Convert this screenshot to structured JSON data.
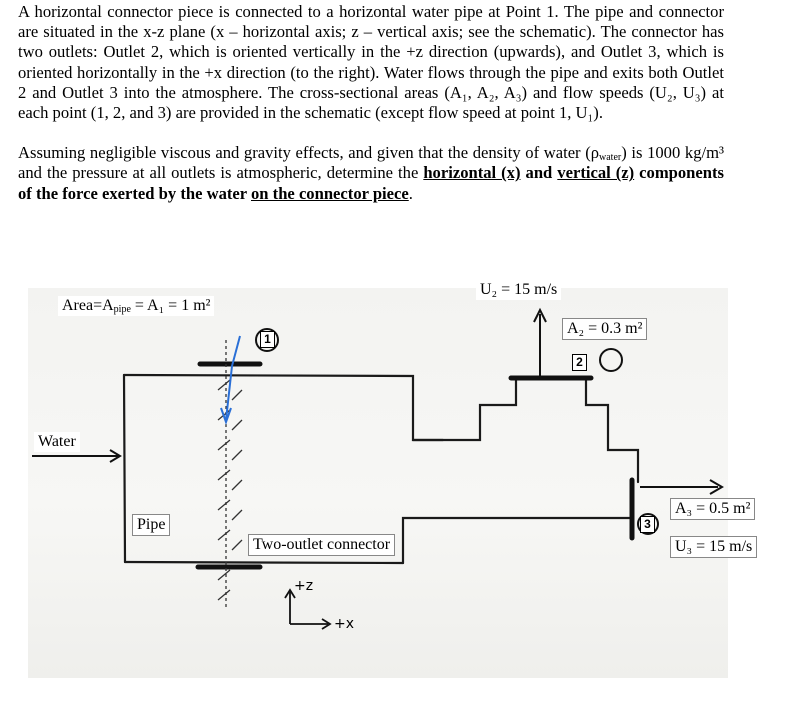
{
  "problem": {
    "p1": "A horizontal connector piece is connected to a horizontal water pipe at Point 1. The pipe and connector are situated in the x-z plane (x – horizontal axis; z – vertical axis; see the schematic). The connector has two outlets: Outlet 2, which is oriented vertically in the +z direction (upwards), and Outlet 3, which is oriented horizontally in the +x direction (to the right). Water flows through the pipe and exits both Outlet 2 and Outlet 3 into the atmosphere. The cross-sectional areas (A₁, A₂, A₃) and flow speeds (U₂, U₃) at each point (1, 2, and 3) are provided in the schematic (except flow speed at point 1, U₁).",
    "p2_a": "Assuming negligible viscous and gravity effects, and given that the density of water (ρ",
    "p2_sub": "water",
    "p2_b": ") is 1000 kg/m³ and the pressure at all outlets is atmospheric, determine the ",
    "p2_bold1": "horizontal (x)",
    "p2_bold2": " and ",
    "p2_bold3": "vertical (z)",
    "p2_bold4": " components of the force exerted by the water ",
    "p2_bold5": "on the connector piece",
    "p2_end": "."
  },
  "figure": {
    "area_label_pre": "Area=A",
    "area_label_sub": "pipe",
    "area_label_post": " = A₁ = 1 m²",
    "u2_label": "U₂ = 15 m/s",
    "a2_label": "A₂ = 0.3 m²",
    "water_label": "Water",
    "pipe_label": "Pipe",
    "connector_label": "Two-outlet connector",
    "a3_label": "A₃ = 0.5 m²",
    "u3_label": "U₃ = 15 m/s",
    "point1": "1",
    "point2": "2",
    "point3": "3",
    "axis_z": "+z",
    "axis_x": "+x"
  }
}
